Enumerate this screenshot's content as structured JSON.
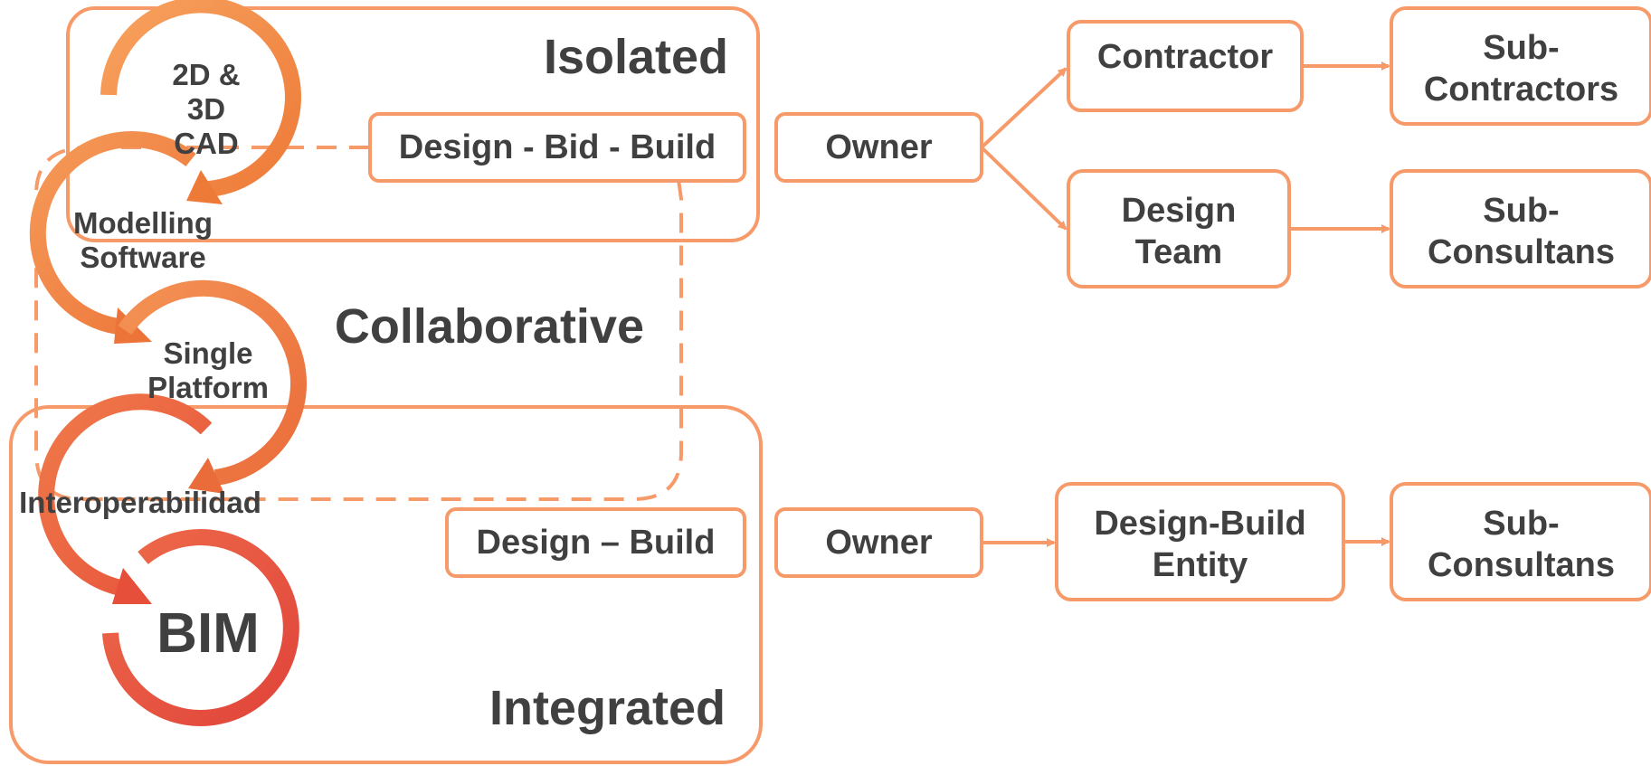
{
  "colors": {
    "outline": "#F79A6A",
    "text": "#404040",
    "arrow_light": "#F3A060",
    "arrow_dark": "#E8502E"
  },
  "regions": {
    "isolated": "Isolated",
    "collaborative": "Collaborative",
    "integrated": "Integrated"
  },
  "cycle": {
    "stage1": "2D & 3D CAD",
    "stage2": "Modelling Software",
    "stage3": "Single Platform",
    "stage4": "Interoperabilidad",
    "stage5": "BIM"
  },
  "delivery": {
    "dbb": "Design - Bid - Build",
    "db": "Design – Build"
  },
  "dbb_chart": {
    "owner": "Owner",
    "contractor": "Contractor",
    "subcontractors": "Sub-Contractors",
    "design_team": "Design Team",
    "subconsultants": "Sub-Consultans"
  },
  "db_chart": {
    "owner": "Owner",
    "entity": "Design-Build Entity",
    "subconsultants": "Sub-Consultans"
  }
}
